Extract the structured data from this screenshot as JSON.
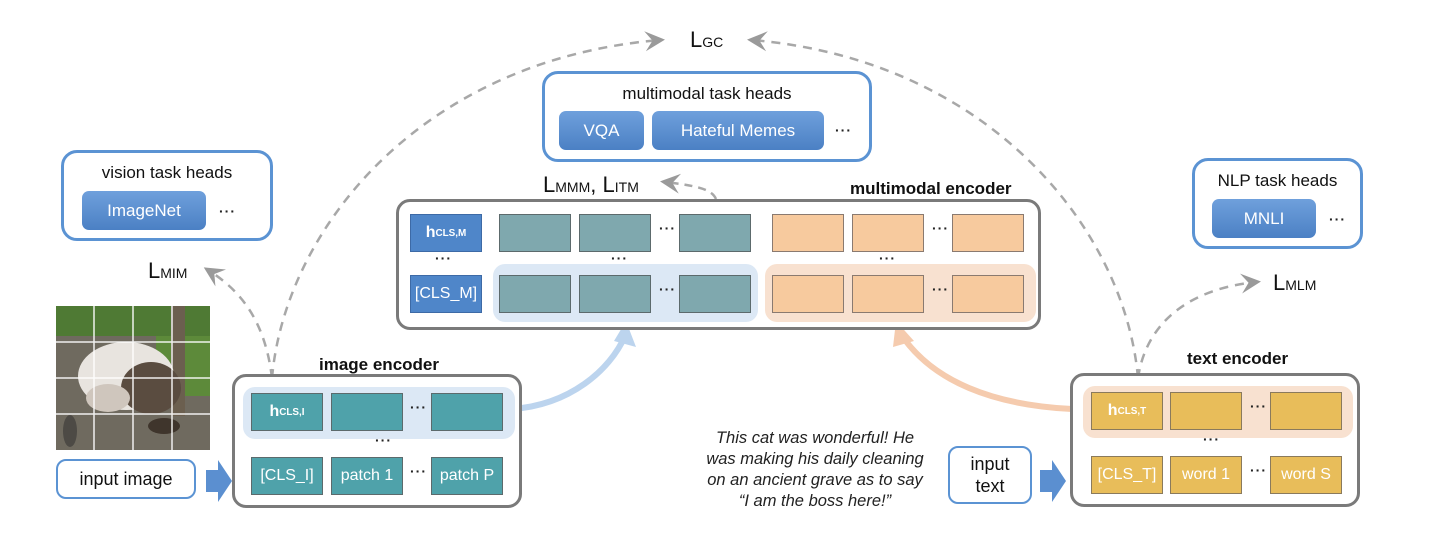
{
  "losses": {
    "gc": {
      "main": "L",
      "sub": "GC"
    },
    "mim": {
      "main": "L",
      "sub": "MIM"
    },
    "mlm": {
      "main": "L",
      "sub": "MLM"
    },
    "mmm": {
      "main": "L",
      "sub": "MMM"
    },
    "itm": {
      "main": "L",
      "sub": "ITM"
    },
    "separator": ","
  },
  "multimodal_heads": {
    "title": "multimodal task heads",
    "items": [
      "VQA",
      "Hateful Memes"
    ],
    "more": "···"
  },
  "vision_heads": {
    "title": "vision task heads",
    "items": [
      "ImageNet"
    ],
    "more": "···"
  },
  "nlp_heads": {
    "title": "NLP task heads",
    "items": [
      "MNLI"
    ],
    "more": "···"
  },
  "multimodal_encoder": {
    "title": "multimodal encoder",
    "h_cls": {
      "main": "h",
      "sub": "CLS,M"
    },
    "cls_token": "[CLS_M]",
    "dots": "···"
  },
  "image_encoder": {
    "title": "image encoder",
    "h_cls": {
      "main": "h",
      "sub": "CLS,I"
    },
    "tokens": [
      "[CLS_I]",
      "patch 1",
      "patch P"
    ],
    "dots": "···"
  },
  "text_encoder": {
    "title": "text encoder",
    "h_cls": {
      "main": "h",
      "sub": "CLS,T"
    },
    "tokens": [
      "[CLS_T]",
      "word 1",
      "word S"
    ],
    "dots": "···"
  },
  "input_image": {
    "label": "input image"
  },
  "input_text": {
    "label_line1": "input",
    "label_line2": "text"
  },
  "example_text": {
    "lines": [
      "This cat was wonderful! He",
      "was making his daily cleaning",
      "on an ancient grave as to say",
      "“I am the boss here!”"
    ]
  },
  "colors": {
    "head_blue": "#5b93d3",
    "image_token": "#4fa2aa",
    "mm_image_token": "#7fa8ae",
    "mm_text_token": "#f7ca9e",
    "text_token": "#e8bd5a",
    "cls_token": "#4f86c9",
    "encoder_border": "#7a7a7a"
  }
}
